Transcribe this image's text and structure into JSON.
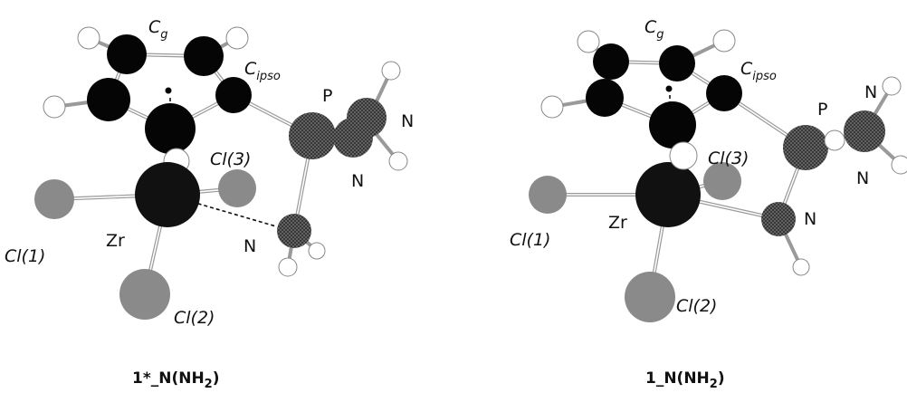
{
  "structures": [
    {
      "caption": "1*_N(NH",
      "caption_sub": "2",
      "caption_end": ")",
      "labels": {
        "cg": "C",
        "cg_sub": "g",
        "cipso": "C",
        "cipso_sub": "ipso",
        "p": "P",
        "n1": "N",
        "n2": "N",
        "n3": "N",
        "zr": "Zr",
        "cl1": "Cl(1)",
        "cl2": "Cl(2)",
        "cl3": "Cl(3)"
      }
    },
    {
      "caption": "1_N(NH",
      "caption_sub": "2",
      "caption_end": ")",
      "labels": {
        "cg": "C",
        "cg_sub": "g",
        "cipso": "C",
        "cipso_sub": "ipso",
        "p": "P",
        "n1": "N",
        "n2": "N",
        "n3": "N",
        "zr": "Zr",
        "cl1": "Cl(1)",
        "cl2": "Cl(2)",
        "cl3": "Cl(3)"
      }
    }
  ],
  "colors": {
    "carbon": "#050505",
    "zirconium": "#111111",
    "chlorine": "#8a8a8a",
    "hydrogen": "#ffffff",
    "heteroatom": "#262626"
  }
}
